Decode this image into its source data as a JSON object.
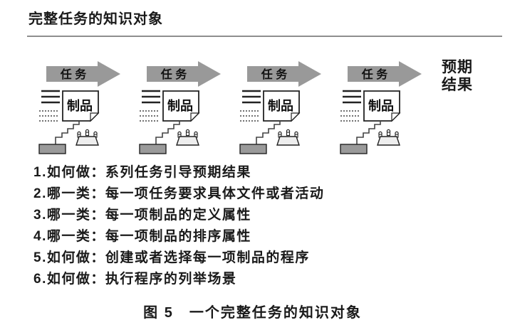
{
  "page": {
    "title": "完整任务的知识对象",
    "caption": "图 5　一个完整任务的知识对象"
  },
  "diagram": {
    "unit_count": 4,
    "task_label": "任 务",
    "artifact_label": "制品",
    "result_label": "预期\n结果",
    "icons": {
      "arrow": "right-block-arrow",
      "notes": "list-lines",
      "document": "dog-ear-page",
      "stairs": "staircase",
      "base": "platform-bar",
      "meeting": "meeting-table"
    },
    "colors": {
      "arrow_gray": "#999999",
      "base_gray": "#9a9a9a",
      "rule_gray": "#8e8e8e",
      "ink": "#1a1a1a"
    }
  },
  "list": {
    "items": [
      "1.如何做：系列任务引导预期结果",
      "2.哪一类：每一项任务要求具体文件或者活动",
      "3.哪一类：每一项制品的定义属性",
      "4.哪一类：每一项制品的排序属性",
      "5.如何做：创建或者选择每一项制品的程序",
      "6.如何做：执行程序的列举场景"
    ]
  }
}
